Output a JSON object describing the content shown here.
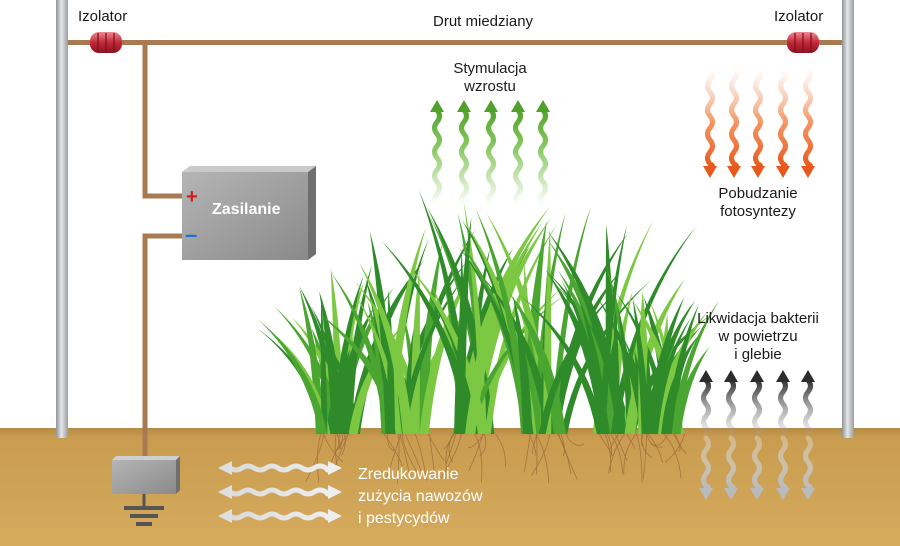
{
  "labels": {
    "insulator_left": "Izolator",
    "insulator_right": "Izolator",
    "copper_wire": "Drut miedziany",
    "power_supply": "Zasilanie",
    "plus_sign": "+",
    "minus_sign": "–",
    "growth": [
      "Stymulacja",
      "wzrostu"
    ],
    "photosynthesis": [
      "Pobudzanie",
      "fotosyntezy"
    ],
    "bacteria": [
      "Likwidacja bakterii",
      "w powietrzu",
      "i glebie"
    ],
    "fertilizer": [
      "Zredukowanie",
      "zużycia nawozów",
      "i pestycydów"
    ]
  },
  "colors": {
    "wire": "#a87a52",
    "pole": "#b9bcbf",
    "insulator": "#c22a3a",
    "soil": "#c79a4d",
    "supply_box": "#9c9c9c",
    "growth_arrows": "#6dbb3c",
    "photosynthesis_arrows": "#ee6a1e",
    "bacteria_arrows": "#3c3c3c",
    "fertilizer_arrows": "#cfd1d3",
    "grass_dark": "#2f8a2a",
    "grass_light": "#6cc23a"
  },
  "icons": [
    "insulator-icon",
    "power-supply-box",
    "ground-electrode-icon",
    "wavy-arrow-icon",
    "grass-tuft"
  ]
}
